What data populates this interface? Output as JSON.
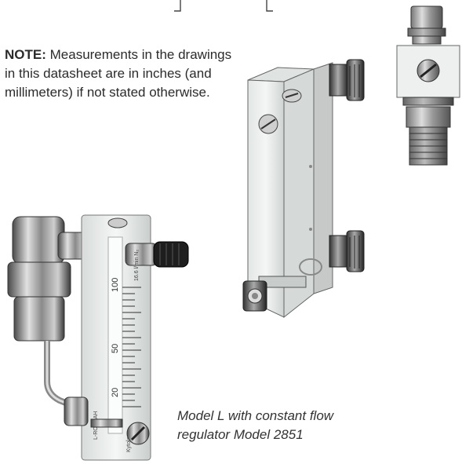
{
  "note": {
    "label": "NOTE:",
    "text": "Measurements in the drawings in this datasheet are in inches (and millimeters) if not stated otherwise."
  },
  "caption": {
    "line1": "Model L with constant flow",
    "line2": "regulator Model 2851"
  },
  "flowmeter_scale": {
    "ticks": [
      "100",
      "50",
      "20"
    ],
    "gas_label": "16.6 l/min N₂",
    "model_label": "L-RC10-AH",
    "brand": "Kytola"
  },
  "colors": {
    "steel_dark": "#5a5a5a",
    "steel_light": "#d8d8d8",
    "acrylic": "#eef2f0",
    "knob": "#1e1e1e"
  }
}
